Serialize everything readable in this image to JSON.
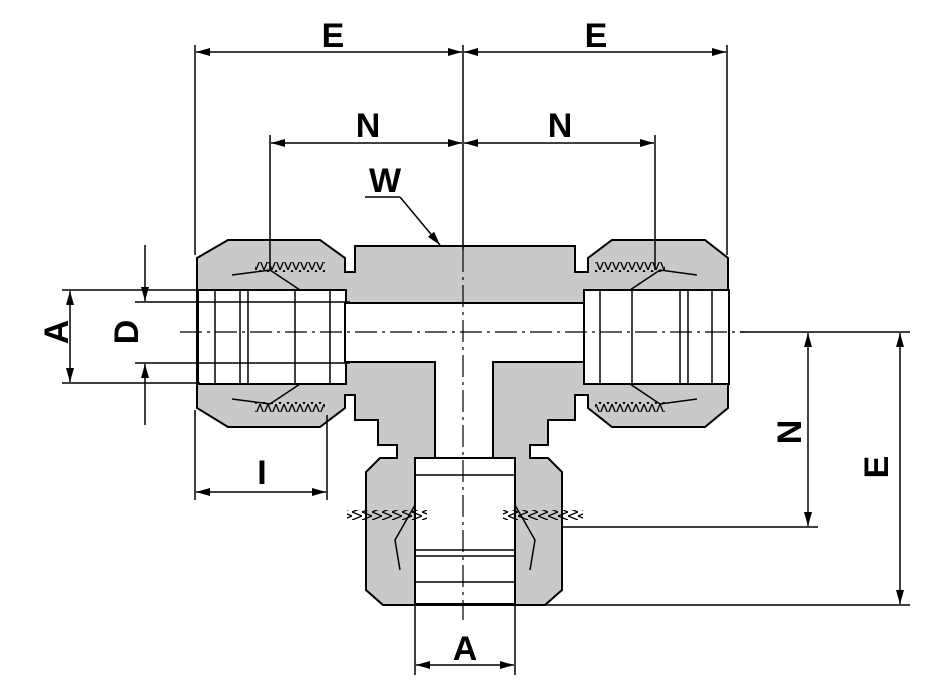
{
  "diagram": {
    "title": "Union tee compression fitting dimensions",
    "labels": {
      "e_left": "E",
      "e_right": "E",
      "n_left": "N",
      "n_right": "N",
      "w": "W",
      "a_left": "A",
      "d_left": "D",
      "i_bottom": "I",
      "n_vertical": "N",
      "e_vertical": "E",
      "a_bottom": "A"
    },
    "colors": {
      "body": "#c9c9c9",
      "line": "#000000",
      "bore": "#ffffff"
    }
  }
}
